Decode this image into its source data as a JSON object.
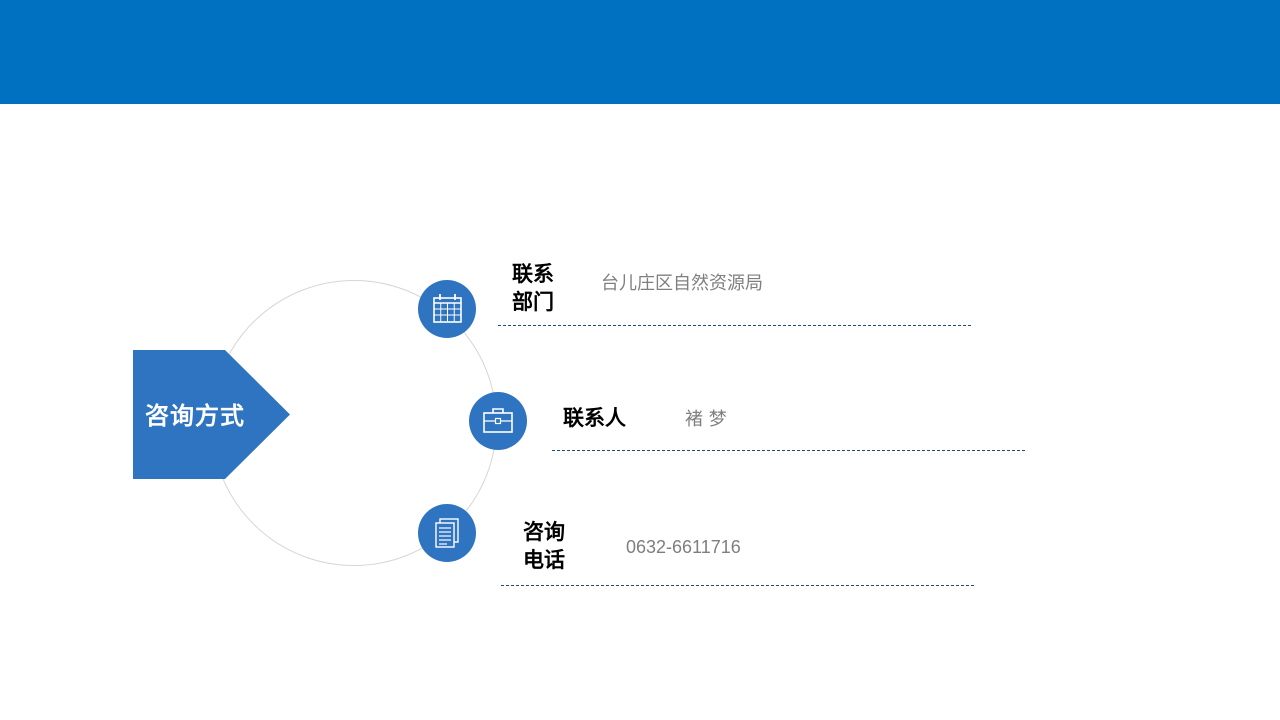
{
  "slide": {
    "banner_color": "#0070c0",
    "accent_color": "#2f74c1",
    "main_label": "咨询方式"
  },
  "items": [
    {
      "icon": "calendar-icon",
      "label_line1": "联系",
      "label_line2": "部门",
      "value": "台儿庄区自然资源局"
    },
    {
      "icon": "briefcase-icon",
      "label": "联系人",
      "value": "褚 梦"
    },
    {
      "icon": "document-icon",
      "label_line1": "咨询",
      "label_line2": "电话",
      "value": "0632-6611716"
    }
  ]
}
